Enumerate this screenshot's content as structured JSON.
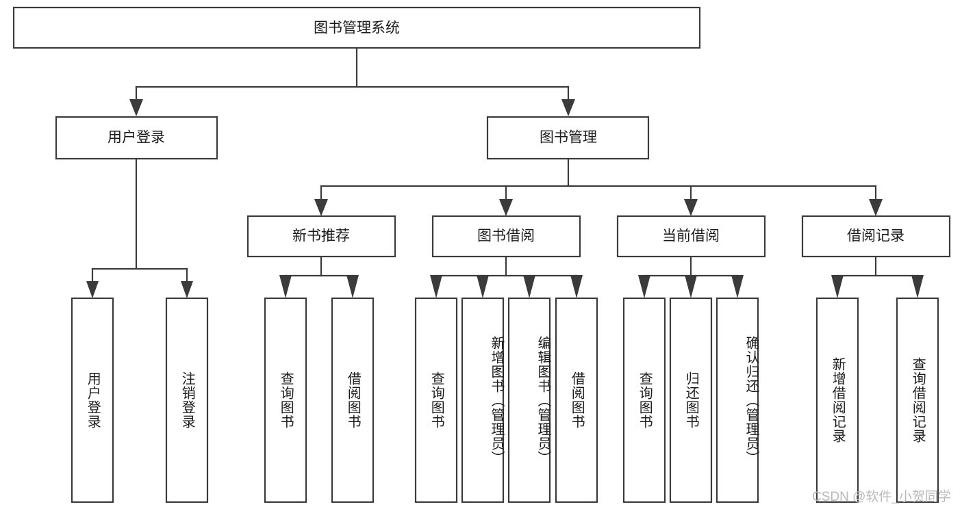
{
  "diagram": {
    "title": "图书管理系统",
    "type": "tree-hierarchy-diagram",
    "watermark": "CSDN @软件_小贺同学",
    "colors": {
      "stroke": "#3b3b3b",
      "fill": "#ffffff",
      "text": "#1b1b1b",
      "watermark": "#b9b9b9"
    },
    "root": {
      "label": "图书管理系统"
    },
    "level2": [
      {
        "label": "用户登录"
      },
      {
        "label": "图书管理"
      }
    ],
    "level3": [
      {
        "label": "新书推荐"
      },
      {
        "label": "图书借阅"
      },
      {
        "label": "当前借阅"
      },
      {
        "label": "借阅记录"
      }
    ],
    "leaves": {
      "user_login": [
        {
          "label": "用户登录"
        },
        {
          "label": "注销登录"
        }
      ],
      "new_book_recommend": [
        {
          "label": "查询图书"
        },
        {
          "label": "借阅图书"
        }
      ],
      "book_borrow": [
        {
          "label": "查询图书"
        },
        {
          "label": "新增图书（管理员）"
        },
        {
          "label": "编辑图书（管理员）"
        },
        {
          "label": "借阅图书"
        }
      ],
      "current_borrow": [
        {
          "label": "查询图书"
        },
        {
          "label": "归还图书"
        },
        {
          "label": "确认归还（管理员）"
        }
      ],
      "borrow_record": [
        {
          "label": "新增借阅记录"
        },
        {
          "label": "查询借阅记录"
        }
      ]
    }
  }
}
